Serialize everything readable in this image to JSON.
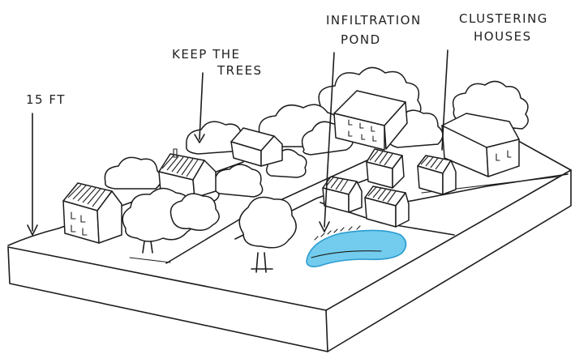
{
  "labels": {
    "height": "15 FT",
    "keep_trees_line1": "KEEP THE",
    "keep_trees_line2": "TREES",
    "pond_line1": "INFILTRATION",
    "pond_line2": "POND",
    "cluster_line1": "CLUSTERING",
    "cluster_line2": "HOUSES"
  },
  "colors": {
    "ink": "#1c1c1c",
    "pond_fill": "#5bc3ea",
    "pond_edge": "#2a9bd0",
    "background": "#ffffff"
  }
}
